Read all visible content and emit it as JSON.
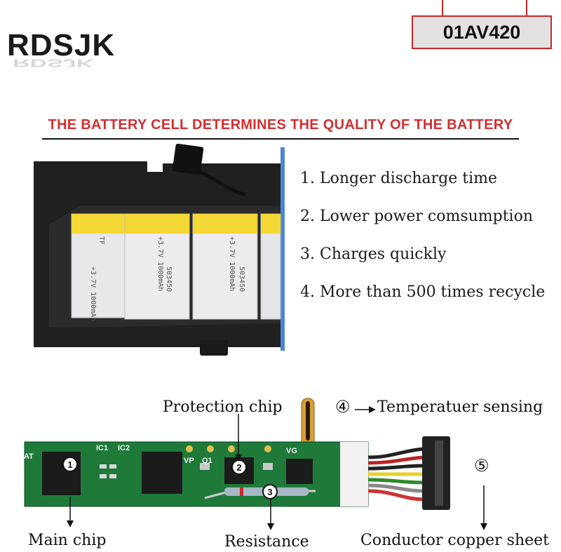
{
  "brand": {
    "name": "RDSJK"
  },
  "model": "01AV420",
  "headline": "THE BATTERY CELL DETERMINES THE QUALITY OF THE BATTERY",
  "features": [
    "1. Longer discharge time",
    "2. Lower power comsumption",
    "3. Charges quickly",
    "4. More than 500 times recycle"
  ],
  "cell_print": {
    "brand": "TF",
    "code": "503450",
    "spec": "+3.7V 1000mAh"
  },
  "pcb": {
    "markings": {
      "ic1": "IC1",
      "ic2": "IC2",
      "at": "AT",
      "vp": "VP",
      "q1": "Q1",
      "vc": "VG"
    },
    "callouts": {
      "protection_chip": "Protection chip",
      "temperature": "Temperatuer sensing",
      "main_chip": "Main chip",
      "resistance": "Resistance",
      "conductor": "Conductor copper sheet"
    },
    "numbers": {
      "n1": "1",
      "n2": "2",
      "n3": "3",
      "n4": "④",
      "n5": "⑤"
    }
  },
  "colors": {
    "accent": "#d32f2f",
    "pcb_green": "#1f7a3a",
    "cell_yellow": "#f4d835"
  }
}
